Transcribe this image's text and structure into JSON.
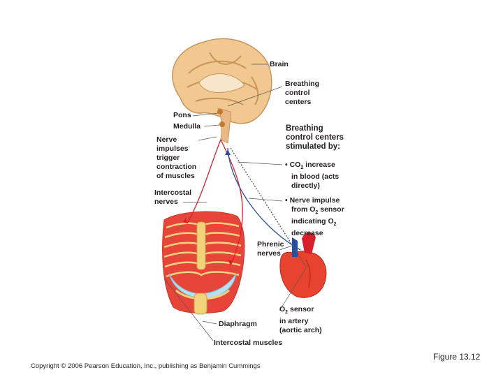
{
  "labels": {
    "brain": "Brain",
    "breathing_centers": [
      "Breathing",
      "control",
      "centers"
    ],
    "pons": "Pons",
    "medulla": "Medulla",
    "nerve_impulses": [
      "Nerve",
      "impulses",
      "trigger",
      "contraction",
      "of muscles"
    ],
    "intercostal_nerves": [
      "Intercostal",
      "nerves"
    ],
    "stimulated_by": [
      "Breathing",
      "control centers",
      "stimulated by:"
    ],
    "co2_item": [
      "• CO2 increase",
      "in blood (acts",
      "directly)"
    ],
    "nerve_item": [
      "• Nerve impulse",
      "from O2 sensor",
      "indicating O2",
      "decrease"
    ],
    "phrenic": [
      "Phrenic",
      "nerves"
    ],
    "o2_sensor": [
      "O2 sensor",
      "in artery",
      "(aortic arch)"
    ],
    "diaphragm": "Diaphragm",
    "intercostal_muscles": "Intercostal muscles"
  },
  "figure_label": "Figure 13.12",
  "copyright": "Copyright © 2006 Pearson Education, Inc., publishing as Benjamin Cummings",
  "colors": {
    "brain": "#f0c890",
    "brain_fold": "#c8955a",
    "muscle": "#e8453a",
    "bone": "#f3d37a",
    "diaphragm": "#b8dff0",
    "nerve_red": "#d8202a",
    "nerve_blue": "#2a4f9a",
    "heart": "#e8432e"
  }
}
